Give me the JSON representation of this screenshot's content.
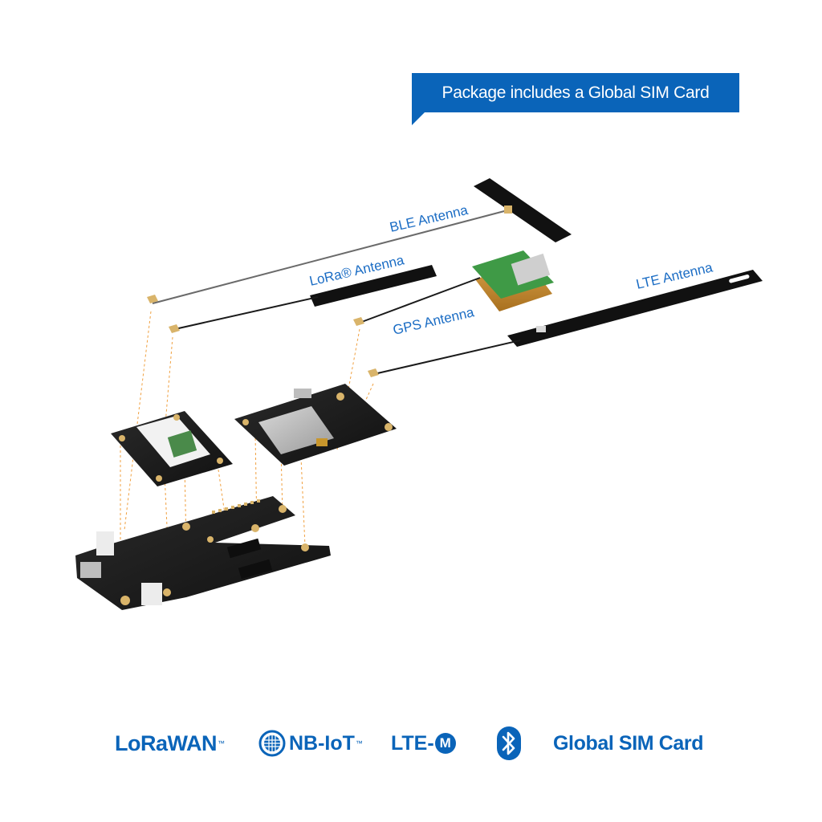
{
  "banner": {
    "text": "Package includes a Global SIM Card"
  },
  "labels": {
    "ble": "BLE Antenna",
    "lora": "LoRa® Antenna",
    "gps": "GPS Antenna",
    "lte": "LTE Antenna"
  },
  "logos": {
    "lorawan": "LoRaWAN",
    "nbiot": "NB-IoT",
    "ltem_prefix": "LTE-",
    "ltem_badge": "M",
    "bluetooth_icon": "bluetooth-icon",
    "global_sim": "Global SIM Card"
  },
  "colors": {
    "brand_blue": "#0a64b9",
    "label_blue": "#1a6cc4",
    "pcb_black": "#1c1c1c",
    "gold": "#d9b46a",
    "leader_orange": "#f0a040",
    "gps_green": "#3f9a46",
    "gps_ceramic": "#c88a2e"
  }
}
